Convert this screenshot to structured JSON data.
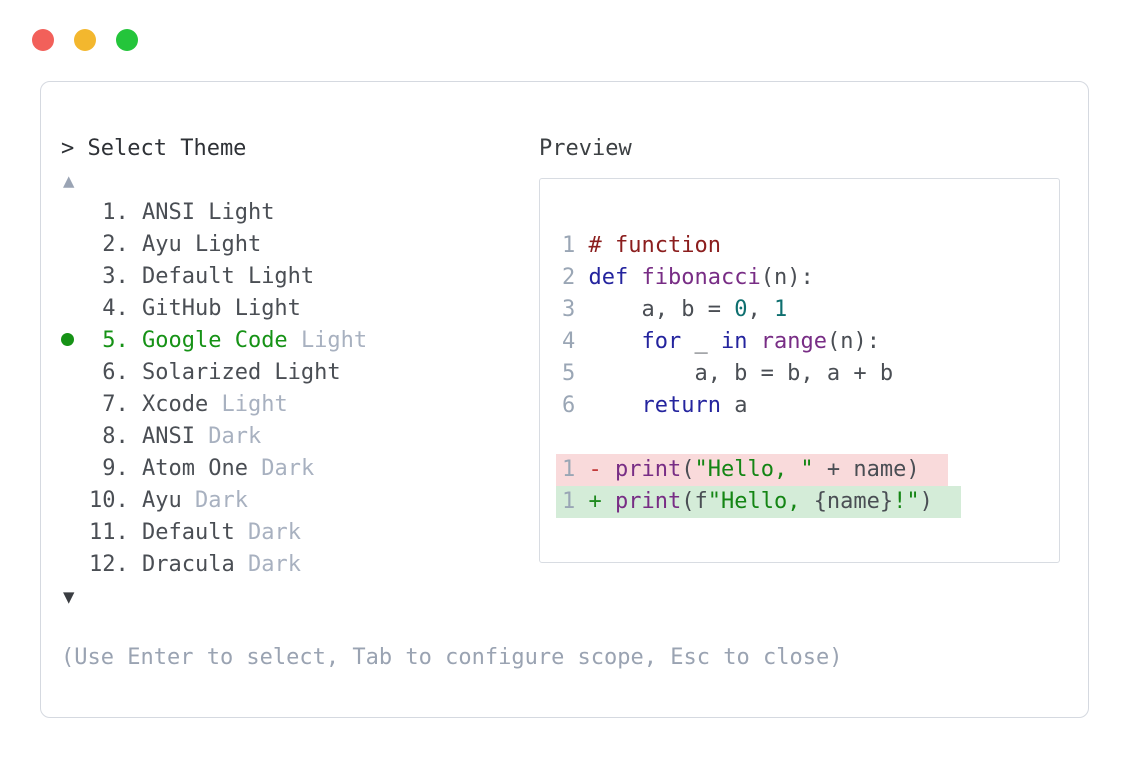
{
  "window": {
    "traffic_lights": [
      {
        "name": "close",
        "color": "#f2605a"
      },
      {
        "name": "minimize",
        "color": "#f3b72e"
      },
      {
        "name": "maximize",
        "color": "#24c53b"
      }
    ]
  },
  "theme_picker": {
    "prompt": "> Select Theme",
    "scroll_up_icon": "▲",
    "scroll_down_icon": "▼",
    "items": [
      {
        "num": "1.",
        "name": "ANSI Light",
        "variant": "",
        "selected": false
      },
      {
        "num": "2.",
        "name": "Ayu Light",
        "variant": "",
        "selected": false
      },
      {
        "num": "3.",
        "name": "Default Light",
        "variant": "",
        "selected": false
      },
      {
        "num": "4.",
        "name": "GitHub Light",
        "variant": "",
        "selected": false
      },
      {
        "num": "5.",
        "name": "Google Code",
        "variant": "Light",
        "selected": true
      },
      {
        "num": "6.",
        "name": "Solarized Light",
        "variant": "",
        "selected": false
      },
      {
        "num": "7.",
        "name": "Xcode",
        "variant": "Light",
        "selected": false
      },
      {
        "num": "8.",
        "name": "ANSI",
        "variant": "Dark",
        "selected": false
      },
      {
        "num": "9.",
        "name": "Atom One",
        "variant": "Dark",
        "selected": false
      },
      {
        "num": "10.",
        "name": "Ayu",
        "variant": "Dark",
        "selected": false
      },
      {
        "num": "11.",
        "name": "Default",
        "variant": "Dark",
        "selected": false
      },
      {
        "num": "12.",
        "name": "Dracula",
        "variant": "Dark",
        "selected": false
      }
    ],
    "hint": "(Use Enter to select, Tab to configure scope, Esc to close)"
  },
  "preview": {
    "label": "Preview",
    "code_lines": [
      {
        "num": "1",
        "tokens": [
          {
            "t": "# function",
            "c": "comment"
          }
        ]
      },
      {
        "num": "2",
        "tokens": [
          {
            "t": "def",
            "c": "keyword"
          },
          {
            "t": " ",
            "c": "plain"
          },
          {
            "t": "fibonacci",
            "c": "func"
          },
          {
            "t": "(n):",
            "c": "plain"
          }
        ]
      },
      {
        "num": "3",
        "tokens": [
          {
            "t": "    a, b = ",
            "c": "plain"
          },
          {
            "t": "0",
            "c": "literal"
          },
          {
            "t": ", ",
            "c": "plain"
          },
          {
            "t": "1",
            "c": "literal"
          }
        ]
      },
      {
        "num": "4",
        "tokens": [
          {
            "t": "    ",
            "c": "plain"
          },
          {
            "t": "for",
            "c": "keyword"
          },
          {
            "t": " _ ",
            "c": "plain"
          },
          {
            "t": "in",
            "c": "keyword"
          },
          {
            "t": " ",
            "c": "plain"
          },
          {
            "t": "range",
            "c": "func"
          },
          {
            "t": "(n):",
            "c": "plain"
          }
        ]
      },
      {
        "num": "5",
        "tokens": [
          {
            "t": "        a, b = b, a + b",
            "c": "plain"
          }
        ]
      },
      {
        "num": "6",
        "tokens": [
          {
            "t": "    ",
            "c": "plain"
          },
          {
            "t": "return",
            "c": "keyword"
          },
          {
            "t": " a",
            "c": "plain"
          }
        ]
      }
    ],
    "diff_lines": [
      {
        "num": "1",
        "kind": "removed",
        "tokens": [
          {
            "t": "- ",
            "c": "minus"
          },
          {
            "t": "print",
            "c": "func"
          },
          {
            "t": "(",
            "c": "plain"
          },
          {
            "t": "\"Hello, \"",
            "c": "string"
          },
          {
            "t": " + name)",
            "c": "plain"
          }
        ]
      },
      {
        "num": "1",
        "kind": "added",
        "tokens": [
          {
            "t": "+ ",
            "c": "plus"
          },
          {
            "t": "print",
            "c": "func"
          },
          {
            "t": "(f",
            "c": "plain"
          },
          {
            "t": "\"Hello, ",
            "c": "string"
          },
          {
            "t": "{name}",
            "c": "plain"
          },
          {
            "t": "!\"",
            "c": "string"
          },
          {
            "t": ")",
            "c": "plain"
          }
        ]
      }
    ]
  },
  "colors": {
    "selected_green": "#169216",
    "muted_text": "#a8b1c0",
    "hint_text": "#9aa3b2",
    "panel_border": "#d5d9e0",
    "diff_removed_bg": "#f9dadb",
    "diff_added_bg": "#d4ecd8",
    "syntax_comment": "#8b1d1d",
    "syntax_keyword": "#24249e",
    "syntax_function": "#782d85",
    "syntax_literal": "#0e6f6f",
    "syntax_string": "#148514"
  }
}
